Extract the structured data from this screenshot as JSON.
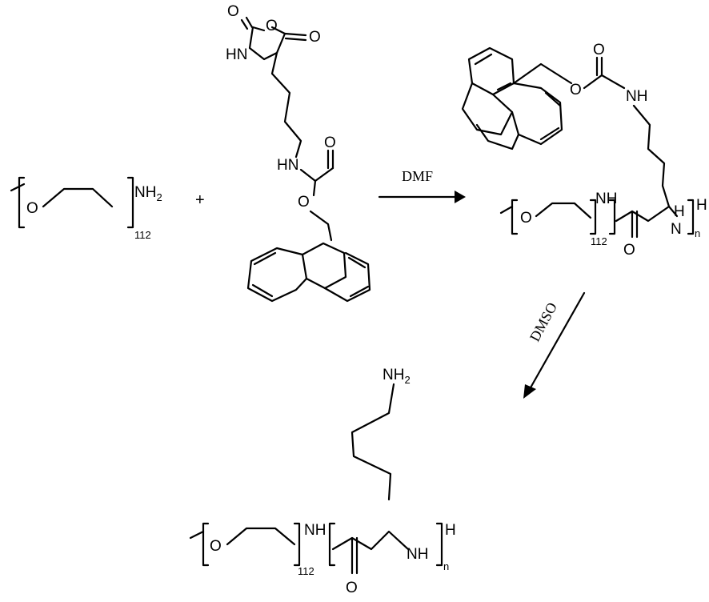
{
  "labels": {
    "nh2": "NH",
    "sub2": "2",
    "o": "O",
    "nh": "NH",
    "hn": "HN",
    "n": "N",
    "h": "H",
    "sub_n": "n",
    "sub_112": "112",
    "plus": "+"
  },
  "conditions": {
    "step1": "DMF",
    "step2": "DMSO"
  },
  "colors": {
    "ink": "#000000",
    "background": "#ffffff"
  }
}
